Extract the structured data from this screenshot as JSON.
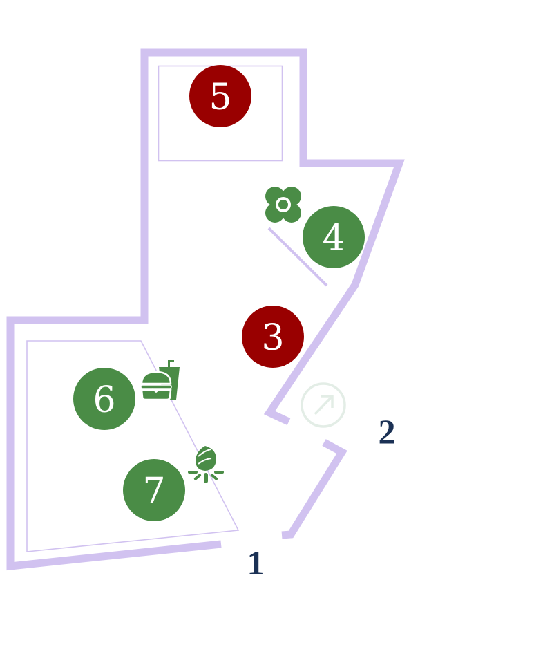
{
  "map": {
    "colors": {
      "wall": "#d1c2f0",
      "marker_red": "#990000",
      "marker_green": "#4a8c46",
      "entrance_label": "#1b3155",
      "compass": "#e3ede6",
      "icon_green": "#4a8c46"
    },
    "markers": [
      {
        "id": "5",
        "label": "5",
        "color": "red"
      },
      {
        "id": "4",
        "label": "4",
        "color": "green"
      },
      {
        "id": "3",
        "label": "3",
        "color": "red"
      },
      {
        "id": "6",
        "label": "6",
        "color": "green"
      },
      {
        "id": "7",
        "label": "7",
        "color": "green"
      }
    ],
    "entrances": [
      {
        "id": "1",
        "label": "1"
      },
      {
        "id": "2",
        "label": "2"
      }
    ],
    "icons": [
      {
        "name": "flower-icon",
        "near_marker": "4"
      },
      {
        "name": "burger-drink-icon",
        "near_marker": "6"
      },
      {
        "name": "campfire-icon",
        "near_marker": "7"
      },
      {
        "name": "compass-arrow-icon",
        "near_marker": "3"
      }
    ]
  }
}
